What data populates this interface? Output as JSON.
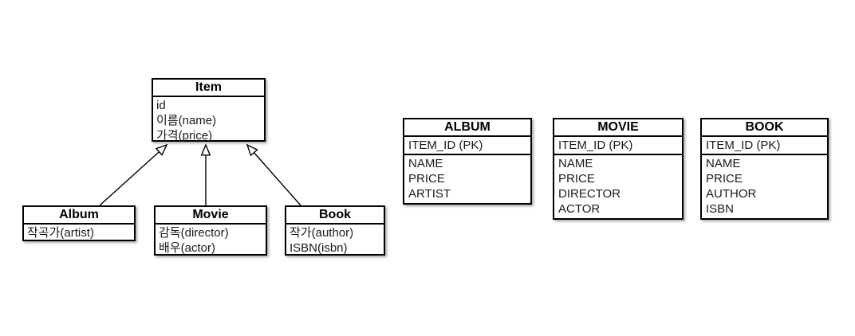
{
  "colors": {
    "line": "#000000",
    "background": "#ffffff",
    "text": "#1a1a1a"
  },
  "uml": {
    "item": {
      "title": "Item",
      "fields": [
        "id",
        "이름(name)",
        "가격(price)"
      ]
    },
    "album": {
      "title": "Album",
      "fields": [
        "작곡가(artist)"
      ]
    },
    "movie": {
      "title": "Movie",
      "fields": [
        "감독(director)",
        "배우(actor)"
      ]
    },
    "book": {
      "title": "Book",
      "fields": [
        "작가(author)",
        "ISBN(isbn)"
      ]
    }
  },
  "relations": [
    {
      "from": "Album",
      "to": "Item",
      "type": "generalization"
    },
    {
      "from": "Movie",
      "to": "Item",
      "type": "generalization"
    },
    {
      "from": "Book",
      "to": "Item",
      "type": "generalization"
    }
  ],
  "tables": [
    {
      "name": "ALBUM",
      "pk": "ITEM_ID (PK)",
      "columns": [
        "NAME",
        "PRICE",
        "ARTIST"
      ]
    },
    {
      "name": "MOVIE",
      "pk": "ITEM_ID (PK)",
      "columns": [
        "NAME",
        "PRICE",
        "DIRECTOR",
        "ACTOR"
      ]
    },
    {
      "name": "BOOK",
      "pk": "ITEM_ID (PK)",
      "columns": [
        "NAME",
        "PRICE",
        "AUTHOR",
        "ISBN"
      ]
    }
  ]
}
